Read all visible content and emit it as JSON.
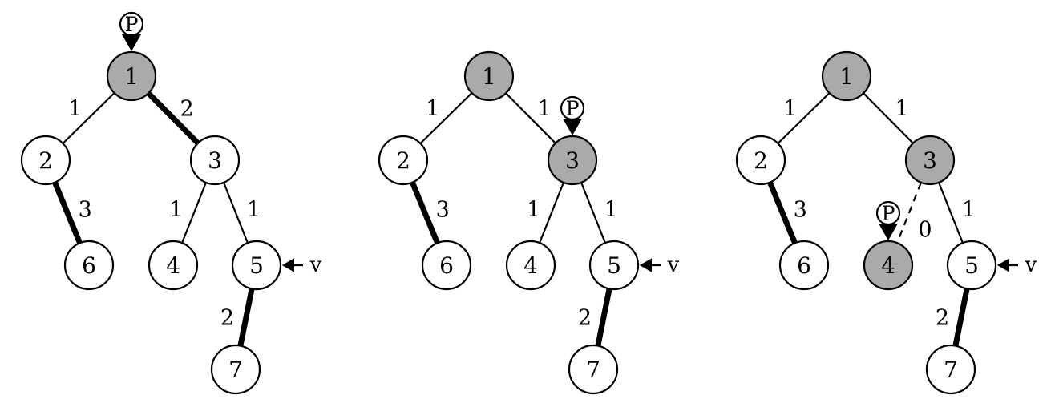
{
  "colors": {
    "highlight_fill": "#aaaaaa",
    "normal_fill": "#ffffff",
    "stroke": "#000000"
  },
  "marker_label": "P",
  "pointer_label": "v",
  "panels": [
    {
      "nodes": [
        {
          "id": "1",
          "state": "highlighted"
        },
        {
          "id": "2",
          "state": "normal"
        },
        {
          "id": "3",
          "state": "normal"
        },
        {
          "id": "6",
          "state": "normal"
        },
        {
          "id": "4",
          "state": "normal"
        },
        {
          "id": "5",
          "state": "normal"
        },
        {
          "id": "7",
          "state": "normal"
        }
      ],
      "edges": [
        {
          "from": "1",
          "to": "2",
          "weight": "1",
          "style": "normal"
        },
        {
          "from": "1",
          "to": "3",
          "weight": "2",
          "style": "thick"
        },
        {
          "from": "2",
          "to": "6",
          "weight": "3",
          "style": "thick"
        },
        {
          "from": "3",
          "to": "4",
          "weight": "1",
          "style": "normal"
        },
        {
          "from": "3",
          "to": "5",
          "weight": "1",
          "style": "normal"
        },
        {
          "from": "5",
          "to": "7",
          "weight": "2",
          "style": "thick"
        }
      ],
      "marker_at": "1",
      "pointer_at": "5"
    },
    {
      "nodes": [
        {
          "id": "1",
          "state": "highlighted"
        },
        {
          "id": "2",
          "state": "normal"
        },
        {
          "id": "3",
          "state": "highlighted"
        },
        {
          "id": "6",
          "state": "normal"
        },
        {
          "id": "4",
          "state": "normal"
        },
        {
          "id": "5",
          "state": "normal"
        },
        {
          "id": "7",
          "state": "normal"
        }
      ],
      "edges": [
        {
          "from": "1",
          "to": "2",
          "weight": "1",
          "style": "normal"
        },
        {
          "from": "1",
          "to": "3",
          "weight": "1",
          "style": "normal"
        },
        {
          "from": "2",
          "to": "6",
          "weight": "3",
          "style": "thick"
        },
        {
          "from": "3",
          "to": "4",
          "weight": "1",
          "style": "normal"
        },
        {
          "from": "3",
          "to": "5",
          "weight": "1",
          "style": "normal"
        },
        {
          "from": "5",
          "to": "7",
          "weight": "2",
          "style": "thick"
        }
      ],
      "marker_at": "3",
      "pointer_at": "5"
    },
    {
      "nodes": [
        {
          "id": "1",
          "state": "highlighted"
        },
        {
          "id": "2",
          "state": "normal"
        },
        {
          "id": "3",
          "state": "highlighted"
        },
        {
          "id": "6",
          "state": "normal"
        },
        {
          "id": "4",
          "state": "highlighted"
        },
        {
          "id": "5",
          "state": "normal"
        },
        {
          "id": "7",
          "state": "normal"
        }
      ],
      "edges": [
        {
          "from": "1",
          "to": "2",
          "weight": "1",
          "style": "normal"
        },
        {
          "from": "1",
          "to": "3",
          "weight": "1",
          "style": "normal"
        },
        {
          "from": "2",
          "to": "6",
          "weight": "3",
          "style": "thick"
        },
        {
          "from": "3",
          "to": "4",
          "weight": "0",
          "style": "dashed"
        },
        {
          "from": "3",
          "to": "5",
          "weight": "1",
          "style": "normal"
        },
        {
          "from": "5",
          "to": "7",
          "weight": "2",
          "style": "thick"
        }
      ],
      "marker_at": "4",
      "pointer_at": "5"
    }
  ]
}
